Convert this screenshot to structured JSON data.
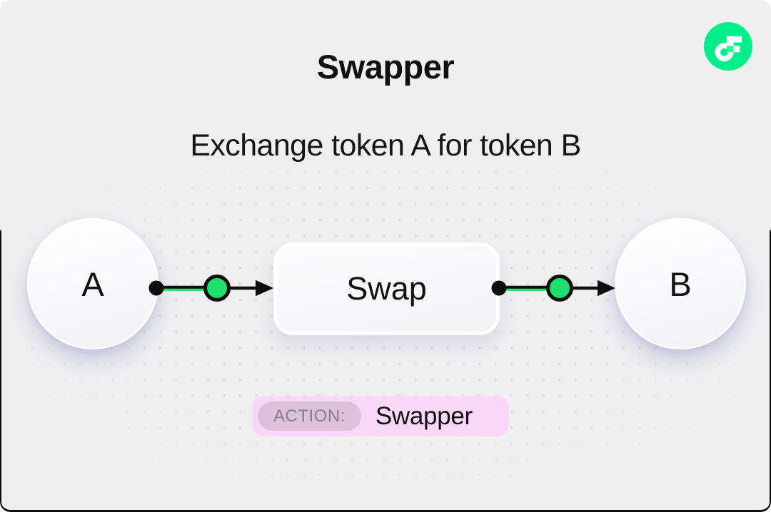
{
  "canvas": {
    "background": "#efeff0",
    "frame_color": "#0d0d0d"
  },
  "header": {
    "title": "Swapper",
    "subtitle": "Exchange token A for token B"
  },
  "logo": {
    "name": "Flow",
    "color": "#00ef8b",
    "notch_color": "#2bf796",
    "glyph_color": "#ffffff"
  },
  "diagram": {
    "input_node": {
      "label": "A"
    },
    "process_node": {
      "label": "Swap"
    },
    "output_node": {
      "label": "B"
    },
    "connector": {
      "line_color": "#0d0d0d",
      "marker_color": "#1fe06e"
    }
  },
  "action_badge": {
    "label": "ACTION:",
    "value": "Swapper",
    "background": "#f9d8f7",
    "label_background": "#dcc2d9",
    "label_color": "#8a7d87"
  }
}
